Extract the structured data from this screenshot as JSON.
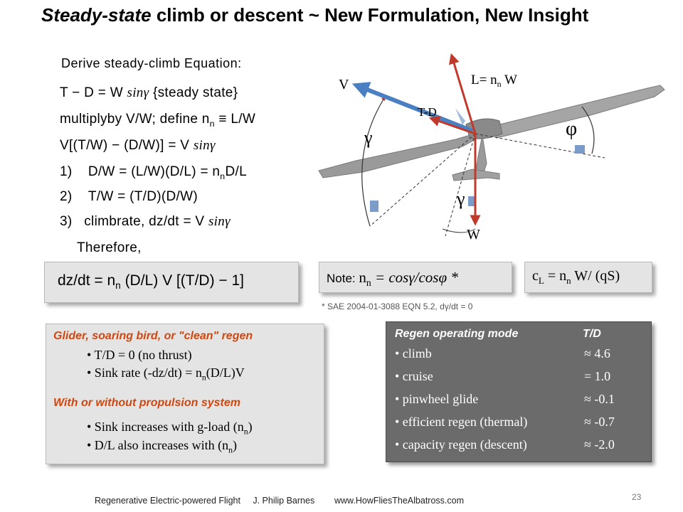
{
  "title": {
    "emph": "Steady-state",
    "rest": " climb or descent ~ New Formulation, New Insight"
  },
  "derive_heading": "Derive steady-climb Equation:",
  "equations": {
    "l1_a": "T − D = W ",
    "l1_sin": "sin",
    "l1_g": "γ",
    "l1_b": "   {steady state}",
    "l2_a": "multiplyby  V/W;  define n",
    "l2_sub": "n",
    "l2_b": " ≡ L/W",
    "l3_a": "V[(T/W) − (D/W)] = V ",
    "l3_sin": "sin",
    "l3_g": "γ",
    "l4_num": "1)",
    "l4_a": "D/W = (L/W)(D/L) = n",
    "l4_sub": "n",
    "l4_b": "D/L",
    "l5_num": "2)",
    "l5_a": "T/W = (T/D)(D/W)",
    "l6_num": "3)",
    "l6_a": "climbrate,  dz/dt = V ",
    "l6_sin": "sin",
    "l6_g": "γ",
    "therefore": "Therefore,"
  },
  "result_box": {
    "a": "dz/dt = n",
    "sub": "n",
    "b": " (D/L) V [(T/D) − 1]"
  },
  "note_box": {
    "label": "Note: ",
    "n": "n",
    "sub": "n",
    "rest": " = cosγ/cosφ *"
  },
  "cl_box": {
    "c": "c",
    "sub": "L",
    "eq": " = ",
    "n": "n",
    "nsub": "n",
    "rest": " W/ (qS)"
  },
  "sae_note": "* SAE 2004-01-3088  EQN 5.2, dγ/dt = 0",
  "diagram": {
    "label_v": "V",
    "label_lift_a": "L= n",
    "label_lift_sub": "n",
    "label_lift_b": " W",
    "label_td": "T-D",
    "label_w": "W",
    "gamma_upper": "γ",
    "gamma_lower": "γ",
    "phi": "φ",
    "colors": {
      "velocity_arrow": "#4a7fc1",
      "force_arrows": "#c0392b",
      "aircraft": "#9a9a9a",
      "angle_marker": "#7b9cc8"
    }
  },
  "glider_box": {
    "heading": "Glider, soaring bird, or \"clean\" regen",
    "b1": "• T/D = 0  (no thrust)",
    "b2_a": "• Sink rate (-dz/dt) = n",
    "b2_sub": "n",
    "b2_b": "(D/L)V",
    "heading2": "With or without propulsion system",
    "b3_a": "• Sink increases with g-load (n",
    "b3_sub": "n",
    "b3_b": ")",
    "b4_a": "• D/L also increases with (n",
    "b4_sub": "n",
    "b4_b": ")"
  },
  "regen_box": {
    "header_mode": "Regen operating mode",
    "header_td": "T/D",
    "rows": [
      {
        "mode": "• climb",
        "value": "≈  4.6"
      },
      {
        "mode": "• cruise",
        "value": "=  1.0"
      },
      {
        "mode": "• pinwheel glide",
        "value": "≈ -0.1"
      },
      {
        "mode": "• efficient regen (thermal)",
        "value": "≈ -0.7"
      },
      {
        "mode": "• capacity regen (descent)",
        "value": "≈ -2.0"
      }
    ]
  },
  "footer": {
    "left": "Regenerative Electric-powered Flight",
    "author": "J. Philip Barnes",
    "url": "www.HowFliesTheAlbatross.com"
  },
  "page_number": "23"
}
